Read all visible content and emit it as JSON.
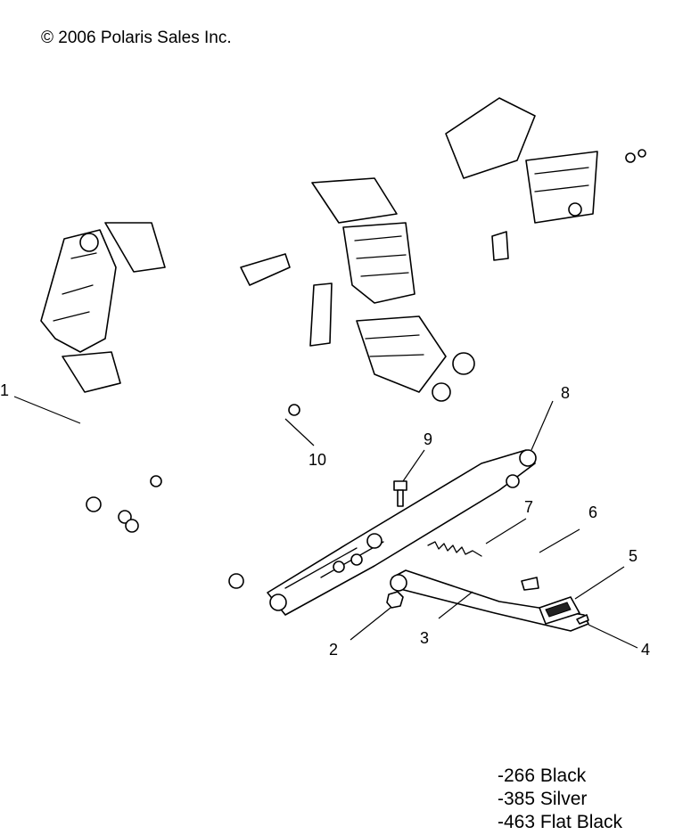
{
  "copyright": "© 2006 Polaris Sales Inc.",
  "callouts": [
    {
      "id": "1",
      "label": "1"
    },
    {
      "id": "2",
      "label": "2"
    },
    {
      "id": "3",
      "label": "3"
    },
    {
      "id": "4",
      "label": "4"
    },
    {
      "id": "5",
      "label": "5"
    },
    {
      "id": "6",
      "label": "6"
    },
    {
      "id": "7",
      "label": "7"
    },
    {
      "id": "8",
      "label": "8"
    },
    {
      "id": "9",
      "label": "9"
    },
    {
      "id": "10",
      "label": "10"
    }
  ],
  "legend": [
    "-266 Black",
    "-385 Silver",
    "-463 Flat Black"
  ]
}
